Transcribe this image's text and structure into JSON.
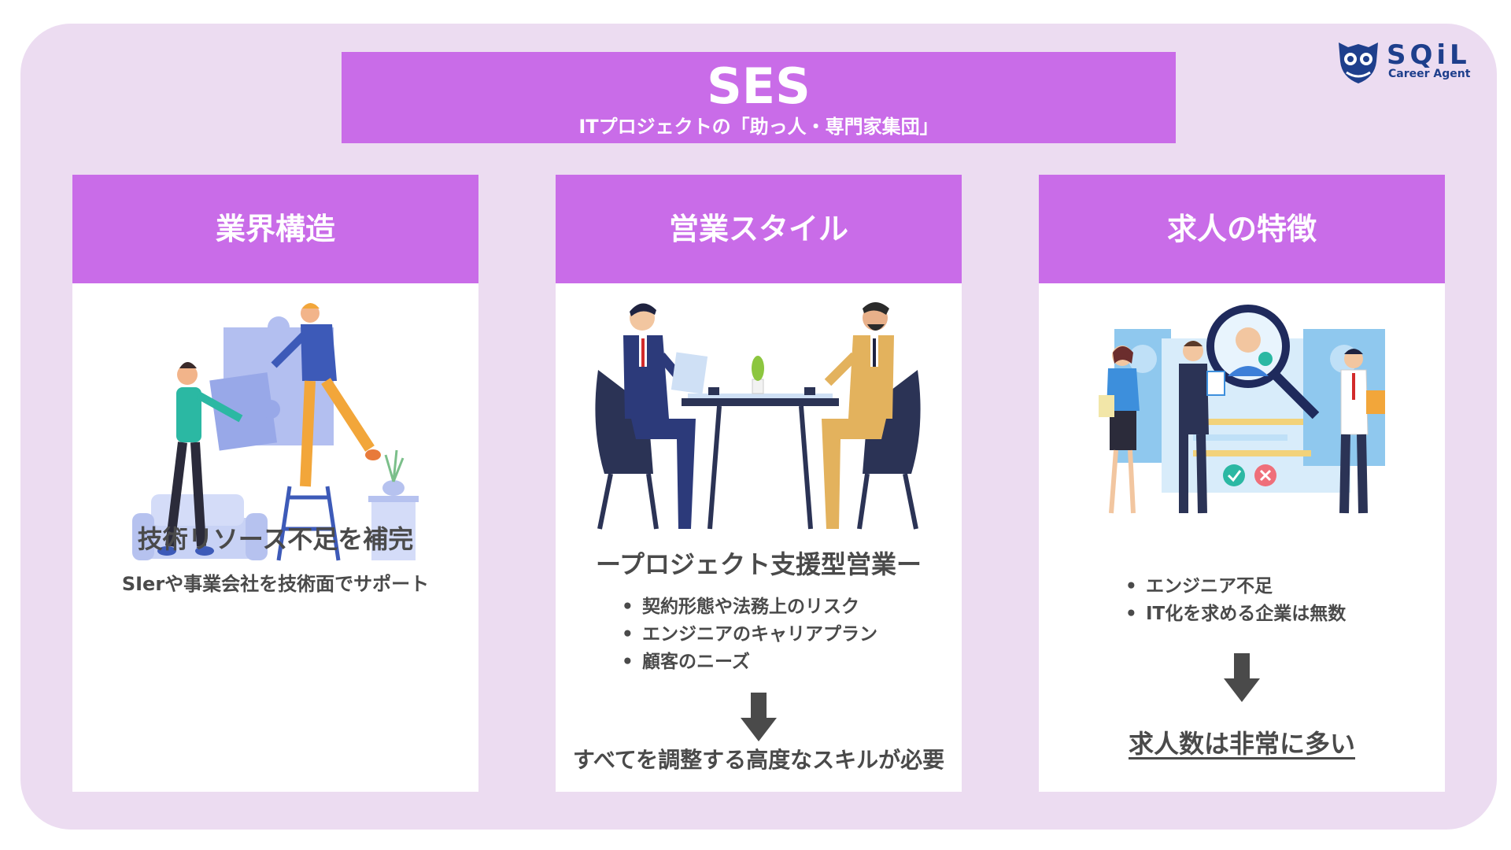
{
  "logo": {
    "name": "SQiL",
    "tagline": "Career Agent"
  },
  "header": {
    "title": "SES",
    "subtitle": "ITプロジェクトの「助っ人・専門家集団」"
  },
  "cards": [
    {
      "heading": "業界構造",
      "main_text": "技術リソース不足を補完",
      "sub_text": "SIerや事業会社を技術面でサポート"
    },
    {
      "heading": "営業スタイル",
      "tagline": "ープロジェクト支援型営業ー",
      "bullets": [
        "契約形態や法務上のリスク",
        "エンジニアのキャリアプラン",
        "顧客のニーズ"
      ],
      "conclusion": "すべてを調整する高度なスキルが必要"
    },
    {
      "heading": "求人の特徴",
      "bullets": [
        "エンジニア不足",
        "IT化を求める企業は無数"
      ],
      "conclusion": "求人数は非常に多い"
    }
  ],
  "colors": {
    "accent": "#c96ce8",
    "background": "#ecdcf1",
    "card": "#ffffff",
    "text": "#4a4a4a",
    "logo": "#1e3f8c"
  },
  "icons": {
    "logo_mark": "owl-shield-icon",
    "arrow": "arrow-down-icon"
  }
}
